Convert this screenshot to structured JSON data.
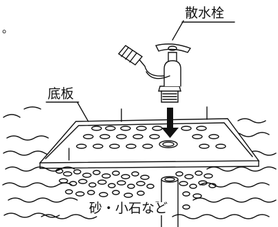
{
  "labels": {
    "faucet": "散水栓",
    "base_plate": "底板",
    "gravel": "砂・小石など",
    "stray_mark": "。"
  },
  "colors": {
    "ink": "#111111",
    "background": "#ffffff"
  }
}
